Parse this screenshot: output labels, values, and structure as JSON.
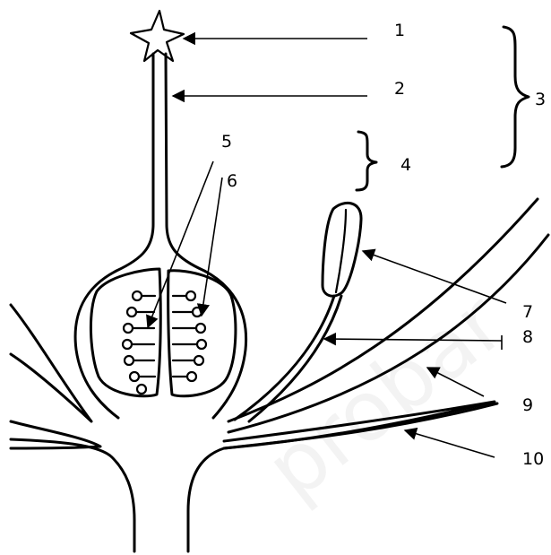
{
  "labels": {
    "l1": "1",
    "l2": "2",
    "l3": "3",
    "l4": "4",
    "l5": "5",
    "l6": "6",
    "l7": "7",
    "l8": "8",
    "l9": "9",
    "l10": "10"
  },
  "watermark": "probar",
  "colors": {
    "ink": "#000000",
    "background": "#ffffff"
  }
}
